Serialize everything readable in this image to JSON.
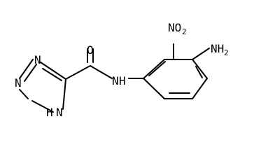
{
  "atoms": {
    "o_carbonyl": "O",
    "n_ring_1": "N",
    "n_ring_2": "N",
    "nh_ring": "N",
    "h_ring": "H",
    "amide_n": "N",
    "amide_h": "H",
    "nitro_group": "NO",
    "nitro_sub": "2",
    "amino_group": "NH",
    "amino_sub": "2"
  }
}
